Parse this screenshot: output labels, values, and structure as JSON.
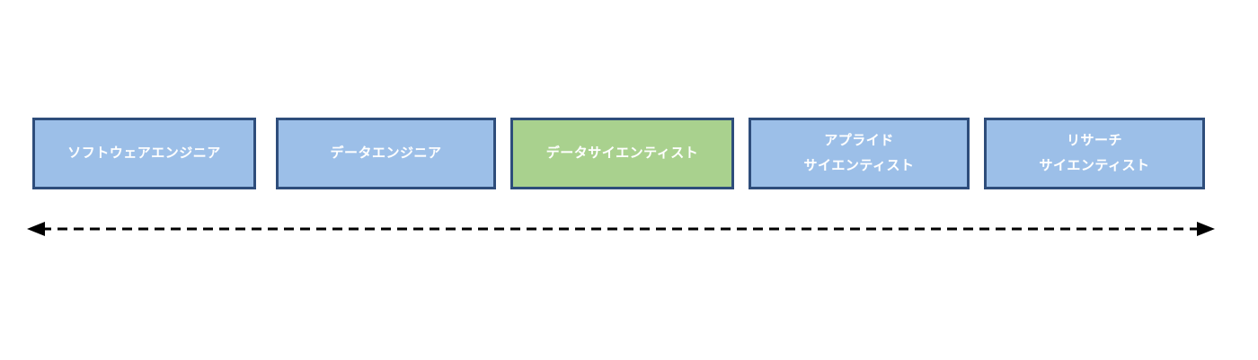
{
  "diagram": {
    "background_color": "#ffffff",
    "title": "",
    "boxes": [
      {
        "id": "software-engineer",
        "label": "ソフトウェアエンジニア",
        "lines": [
          "ソフトウェアエンジニア"
        ],
        "fill_color": "#9cbfe8",
        "border_color": "#2e4d7b",
        "text_color": "#ffffff",
        "highlighted": "false"
      },
      {
        "id": "data-engineer",
        "label": "データエンジニア",
        "lines": [
          "データエンジニア"
        ],
        "fill_color": "#9cbfe8",
        "border_color": "#2e4d7b",
        "text_color": "#ffffff",
        "highlighted": "false"
      },
      {
        "id": "data-scientist",
        "label": "データサイエンティスト",
        "lines": [
          "データサイエンティスト"
        ],
        "fill_color": "#a9d18e",
        "border_color": "#2e4d7b",
        "text_color": "#ffffff",
        "highlighted": "true"
      },
      {
        "id": "applied-scientist",
        "label": "アプライド\nサイエンティスト",
        "lines": [
          "アプライド",
          "サイエンティスト"
        ],
        "fill_color": "#9cbfe8",
        "border_color": "#2e4d7b",
        "text_color": "#ffffff",
        "highlighted": "false"
      },
      {
        "id": "research-scientist",
        "label": "リサーチ\nサイエンティスト",
        "lines": [
          "リサーチ",
          "サイエンティスト"
        ],
        "fill_color": "#9cbfe8",
        "border_color": "#2e4d7b",
        "text_color": "#ffffff",
        "highlighted": "false"
      }
    ],
    "axis": {
      "name": "spectrum-axis",
      "style": "dashed",
      "color": "#000000",
      "left_arrowhead": "true",
      "right_arrowhead": "true",
      "left_label": "",
      "right_label": ""
    }
  }
}
